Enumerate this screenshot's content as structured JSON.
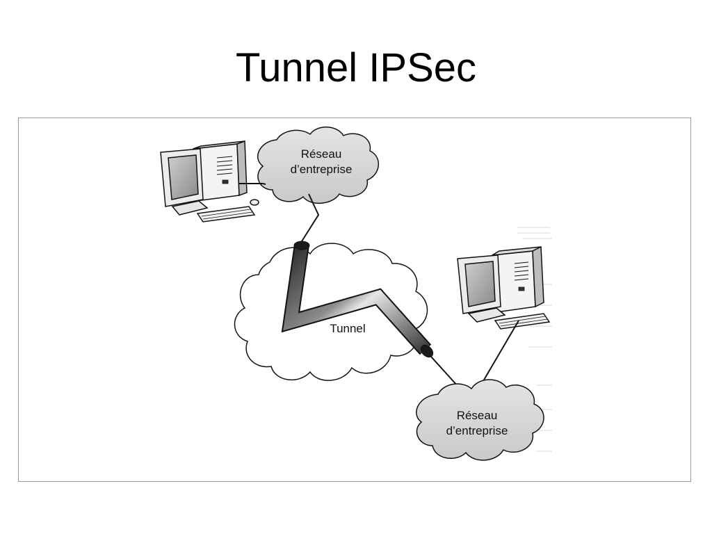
{
  "slide": {
    "title": "Tunnel IPSec"
  },
  "diagram": {
    "top_network_label_line1": "Réseau",
    "top_network_label_line2": "d’entreprise",
    "tunnel_label": "Tunnel",
    "bottom_network_label_line1": "Réseau",
    "bottom_network_label_line2": "d’entreprise"
  },
  "icons": {
    "computer_left": "desktop-computer-icon",
    "computer_right": "desktop-computer-icon",
    "cloud": "cloud-icon"
  }
}
